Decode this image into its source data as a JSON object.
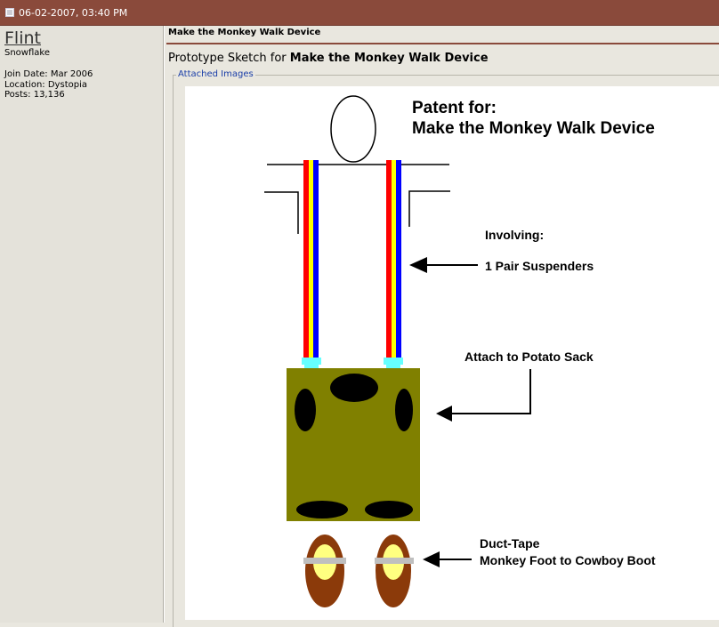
{
  "topbar": {
    "date": "06-02-2007, 03:40 PM",
    "bg_color": "#8a4a3b"
  },
  "user": {
    "name": "Flint",
    "title": "Snowflake",
    "join_date_label": "Join Date:",
    "join_date": "Mar 2006",
    "location_label": "Location:",
    "location": "Dystopia",
    "posts_label": "Posts:",
    "posts": "13,136"
  },
  "post": {
    "title": "Make the Monkey Walk Device",
    "subject_prefix": "Prototype Sketch for",
    "subject_bold": "Make the Monkey Walk Device",
    "attachments_legend": "Attached Images"
  },
  "sketch": {
    "heading_line1": "Patent for:",
    "heading_line2": "Make the Monkey Walk Device",
    "involving": "Involving:",
    "suspenders": "1 Pair Suspenders",
    "potato_sack": "Attach to Potato Sack",
    "duct_tape_line1": "Duct-Tape",
    "duct_tape_line2": "Monkey Foot to Cowboy Boot",
    "colors": {
      "sack": "#808000",
      "boot": "#8b3a0a",
      "foot": "#ffff80",
      "tape": "#bfbfbf",
      "clip": "#66ffff",
      "stripe_red": "#ff0000",
      "stripe_yellow": "#ffff00",
      "stripe_blue": "#0000ff"
    }
  }
}
